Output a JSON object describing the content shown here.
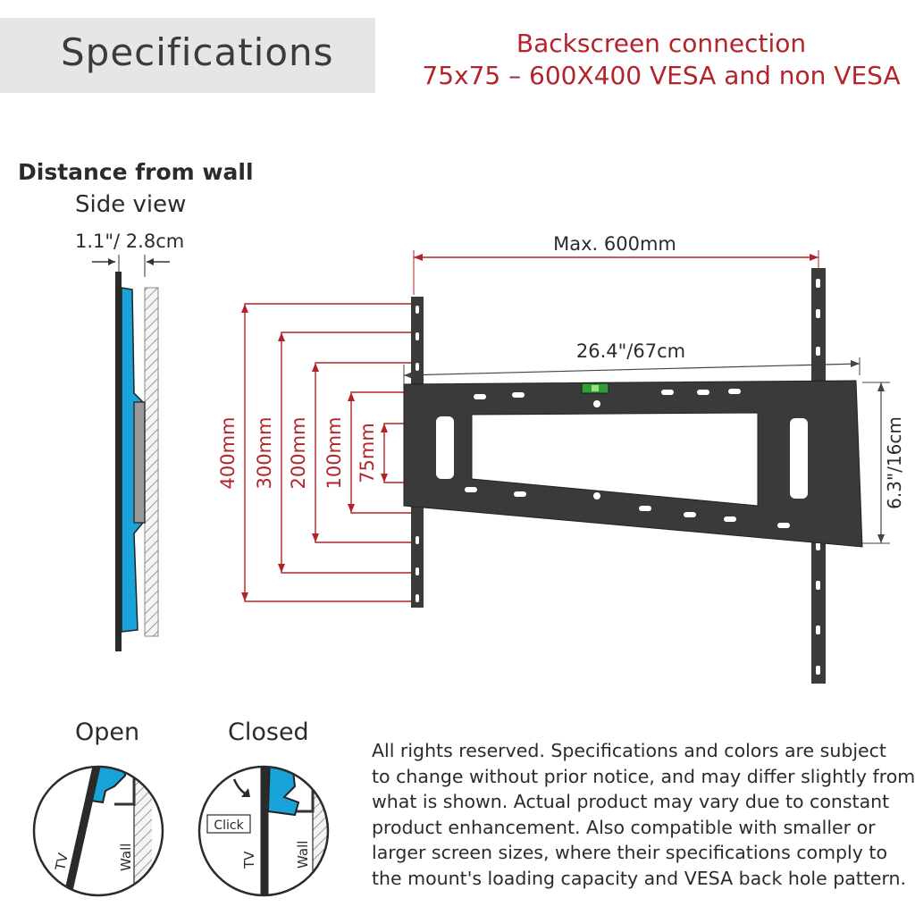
{
  "header": {
    "title": "Specifications",
    "backscreen_line1": "Backscreen connection",
    "backscreen_line2": "75x75 – 600X400 VESA and non VESA"
  },
  "side_view": {
    "heading": "Distance from wall",
    "subheading": "Side view",
    "gap_label": "1.1\"/ 2.8cm"
  },
  "front_view": {
    "max_width": "Max. 600mm",
    "mount_width": "26.4\"/67cm",
    "mount_height": "6.3\"/16cm",
    "vesa_heights": [
      "400mm",
      "300mm",
      "200mm",
      "100mm",
      "75mm"
    ]
  },
  "lock_detail": {
    "open_label": "Open",
    "closed_label": "Closed",
    "tv_label": "TV",
    "wall_label": "Wall",
    "click_label": "Click"
  },
  "disclaimer": "All rights reserved. Specifications and colors are subject\nto change without prior notice, and may differ slightly from\nwhat is shown. Actual product may vary due to constant\nproduct enhancement. Also compatible with smaller or\nlarger screen sizes, where their specifications comply to\nthe mount's loading capacity and VESA back hole pattern.",
  "colors": {
    "accent_red": "#b3242a",
    "bracket_blue": "#1aa3d9",
    "metal": "#3a3a3a"
  }
}
